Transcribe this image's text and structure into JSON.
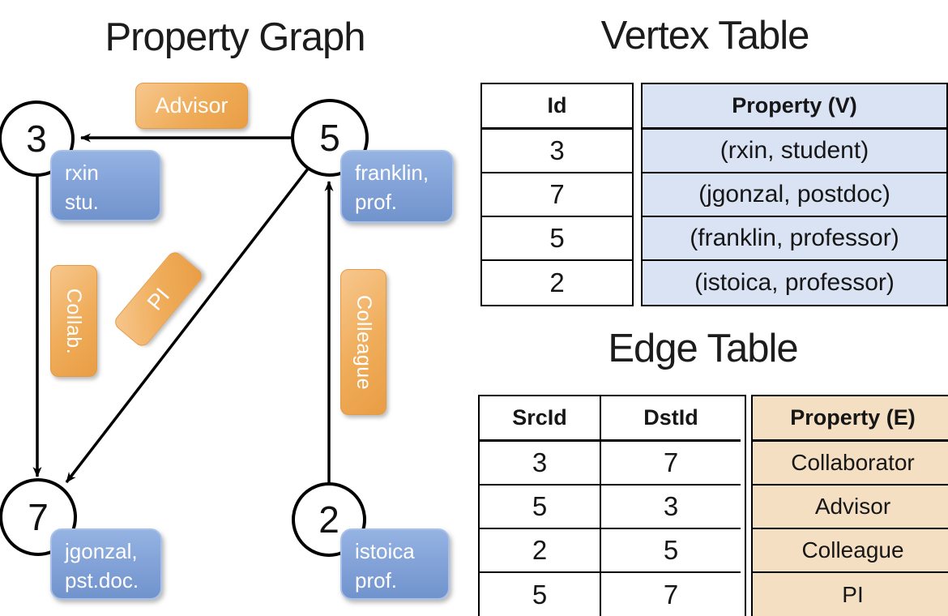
{
  "graph": {
    "title": "Property Graph",
    "nodes": [
      {
        "id": "3",
        "lines": [
          "rxin",
          "stu."
        ]
      },
      {
        "id": "5",
        "lines": [
          "franklin,",
          "prof."
        ]
      },
      {
        "id": "7",
        "lines": [
          "jgonzal,",
          "pst.doc."
        ]
      },
      {
        "id": "2",
        "lines": [
          "istoica",
          "prof."
        ]
      }
    ],
    "edges": [
      {
        "label": "Advisor",
        "from": "5",
        "to": "3"
      },
      {
        "label": "Collab.",
        "from": "3",
        "to": "7"
      },
      {
        "label": "PI",
        "from": "5",
        "to": "7"
      },
      {
        "label": "Colleague",
        "from": "2",
        "to": "5"
      }
    ]
  },
  "vertex_table": {
    "title": "Vertex Table",
    "col_id": "Id",
    "col_property": "Property (V)",
    "rows": [
      {
        "id": "3",
        "property": "(rxin, student)"
      },
      {
        "id": "7",
        "property": "(jgonzal, postdoc)"
      },
      {
        "id": "5",
        "property": "(franklin, professor)"
      },
      {
        "id": "2",
        "property": "(istoica, professor)"
      }
    ]
  },
  "edge_table": {
    "title": "Edge Table",
    "col_src": "SrcId",
    "col_dst": "DstId",
    "col_property": "Property (E)",
    "rows": [
      {
        "src": "3",
        "dst": "7",
        "property": "Collaborator"
      },
      {
        "src": "5",
        "dst": "3",
        "property": "Advisor"
      },
      {
        "src": "2",
        "dst": "5",
        "property": "Colleague"
      },
      {
        "src": "5",
        "dst": "7",
        "property": "PI"
      }
    ]
  },
  "colors": {
    "edge_label_orange": "#efa953",
    "vertex_label_blue": "#82a2d8",
    "vertex_table_cell": "#dae3f3",
    "edge_table_cell": "#f5dfc2",
    "stroke": "#000000"
  }
}
